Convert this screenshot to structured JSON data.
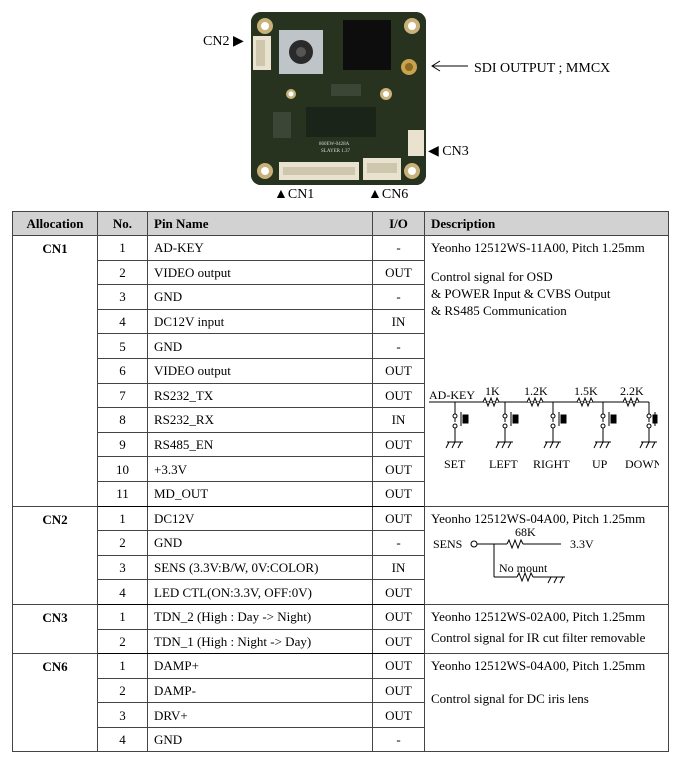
{
  "figure": {
    "callouts": {
      "cn2": "CN2",
      "sdi": "SDI OUTPUT ; MMCX",
      "cn3": "CN3",
      "cn1": "CN1",
      "cn6": "CN6"
    },
    "board_text": [
      "860EW-0428A",
      "SLAYER 1.37"
    ]
  },
  "table": {
    "headers": [
      "Allocation",
      "No.",
      "Pin Name",
      "I/O",
      "Description"
    ],
    "groups": [
      {
        "allocation": "CN1",
        "rows": [
          {
            "no": "1",
            "pin": "AD-KEY",
            "io": "-"
          },
          {
            "no": "2",
            "pin": "VIDEO output",
            "io": "OUT"
          },
          {
            "no": "3",
            "pin": "GND",
            "io": "-"
          },
          {
            "no": "4",
            "pin": "DC12V input",
            "io": "IN"
          },
          {
            "no": "5",
            "pin": "GND",
            "io": "-"
          },
          {
            "no": "6",
            "pin": "VIDEO output",
            "io": "OUT"
          },
          {
            "no": "7",
            "pin": "RS232_TX",
            "io": "OUT"
          },
          {
            "no": "8",
            "pin": "RS232_RX",
            "io": "IN"
          },
          {
            "no": "9",
            "pin": "RS485_EN",
            "io": "OUT"
          },
          {
            "no": "10",
            "pin": "+3.3V",
            "io": "OUT"
          },
          {
            "no": "11",
            "pin": "MD_OUT",
            "io": "OUT"
          }
        ],
        "description": {
          "connector": "Yeonho 12512WS-11A00, Pitch 1.25mm",
          "lines": [
            "Control signal for OSD",
            "& POWER Input & CVBS Output",
            "& RS485 Communication"
          ],
          "schematic": {
            "input": "AD-KEY",
            "resistors": [
              "1K",
              "1.2K",
              "1.5K",
              "2.2K"
            ],
            "buttons": [
              "SET",
              "LEFT",
              "RIGHT",
              "UP",
              "DOWN"
            ]
          }
        }
      },
      {
        "allocation": "CN2",
        "rows": [
          {
            "no": "1",
            "pin": "DC12V",
            "io": "OUT"
          },
          {
            "no": "2",
            "pin": "GND",
            "io": "-"
          },
          {
            "no": "3",
            "pin": "SENS (3.3V:B/W, 0V:COLOR)",
            "io": "IN"
          },
          {
            "no": "4",
            "pin": "LED CTL(ON:3.3V, OFF:0V)",
            "io": "OUT"
          }
        ],
        "description": {
          "connector": "Yeonho 12512WS-04A00, Pitch 1.25mm",
          "schematic": {
            "input": "SENS",
            "resistor": "68K",
            "supply": "3.3V",
            "note": "No mount"
          }
        }
      },
      {
        "allocation": "CN3",
        "rows": [
          {
            "no": "1",
            "pin": "TDN_2 (High : Day -> Night)",
            "io": "OUT"
          },
          {
            "no": "2",
            "pin": "TDN_1 (High : Night -> Day)",
            "io": "OUT"
          }
        ],
        "description": {
          "connector": "Yeonho 12512WS-02A00, Pitch 1.25mm",
          "lines": [
            "Control signal for IR cut filter removable"
          ]
        }
      },
      {
        "allocation": "CN6",
        "rows": [
          {
            "no": "1",
            "pin": "DAMP+",
            "io": "OUT"
          },
          {
            "no": "2",
            "pin": "DAMP-",
            "io": "OUT"
          },
          {
            "no": "3",
            "pin": "DRV+",
            "io": "OUT"
          },
          {
            "no": "4",
            "pin": "GND",
            "io": "-"
          }
        ],
        "description": {
          "connector": "Yeonho 12512WS-04A00, Pitch 1.25mm",
          "lines": [
            "Control signal for DC iris lens"
          ]
        }
      }
    ]
  }
}
